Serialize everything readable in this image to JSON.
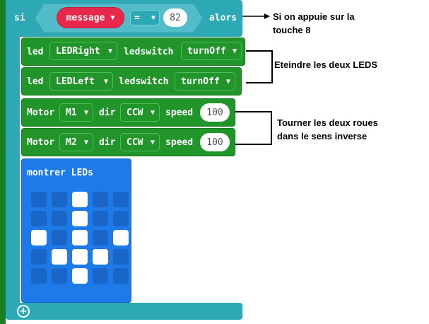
{
  "if_block": {
    "keyword_if": "si",
    "keyword_then": "alors",
    "variable": "message",
    "operator": "=",
    "value": "82"
  },
  "led_right": {
    "keyword": "led",
    "target": "LEDRight",
    "action_label": "ledswitch",
    "state": "turnOff"
  },
  "led_left": {
    "keyword": "led",
    "target": "LEDLeft",
    "action_label": "ledswitch",
    "state": "turnOff"
  },
  "motor1": {
    "keyword": "Motor",
    "motor": "M1",
    "dir_label": "dir",
    "dir": "CCW",
    "speed_label": "speed",
    "speed": "100"
  },
  "motor2": {
    "keyword": "Motor",
    "motor": "M2",
    "dir_label": "dir",
    "dir": "CCW",
    "speed_label": "speed",
    "speed": "100"
  },
  "show_leds": {
    "title": "montrer LEDs",
    "grid": [
      [
        0,
        0,
        1,
        0,
        0
      ],
      [
        0,
        0,
        1,
        0,
        0
      ],
      [
        1,
        0,
        1,
        0,
        1
      ],
      [
        0,
        1,
        1,
        1,
        0
      ],
      [
        0,
        0,
        1,
        0,
        0
      ]
    ]
  },
  "annotations": {
    "note1_line1": "Si on appuie sur la",
    "note1_line2": "touche 8",
    "note2": "Eteindre les deux LEDS",
    "note3_line1": "Tourner les deux roues",
    "note3_line2": "dans le sens inverse"
  },
  "colors": {
    "logic_block": "#2da8b5",
    "pins_block": "#21952a",
    "variable_block": "#e8284a",
    "basic_block": "#1e7ae8",
    "led_off": "#1a66c8",
    "led_on": "#ffffff"
  },
  "icons": [
    "chevron-down-icon",
    "add-icon"
  ]
}
